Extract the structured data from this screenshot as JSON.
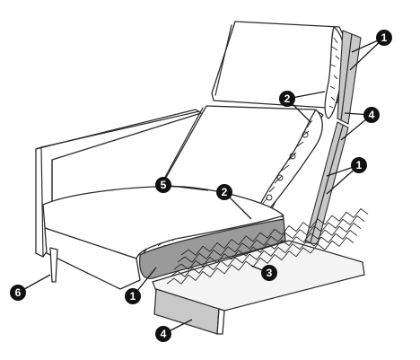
{
  "callouts": {
    "one": "1",
    "two": "2",
    "three": "3",
    "four": "4",
    "five": "5",
    "six": "6"
  },
  "colors": {
    "badge": "#111111",
    "outline": "#2b2b2b",
    "padding_gray": "#9a9a9a",
    "board_gray": "#c8c8c8",
    "spring_bg": "#f4f4f4"
  }
}
